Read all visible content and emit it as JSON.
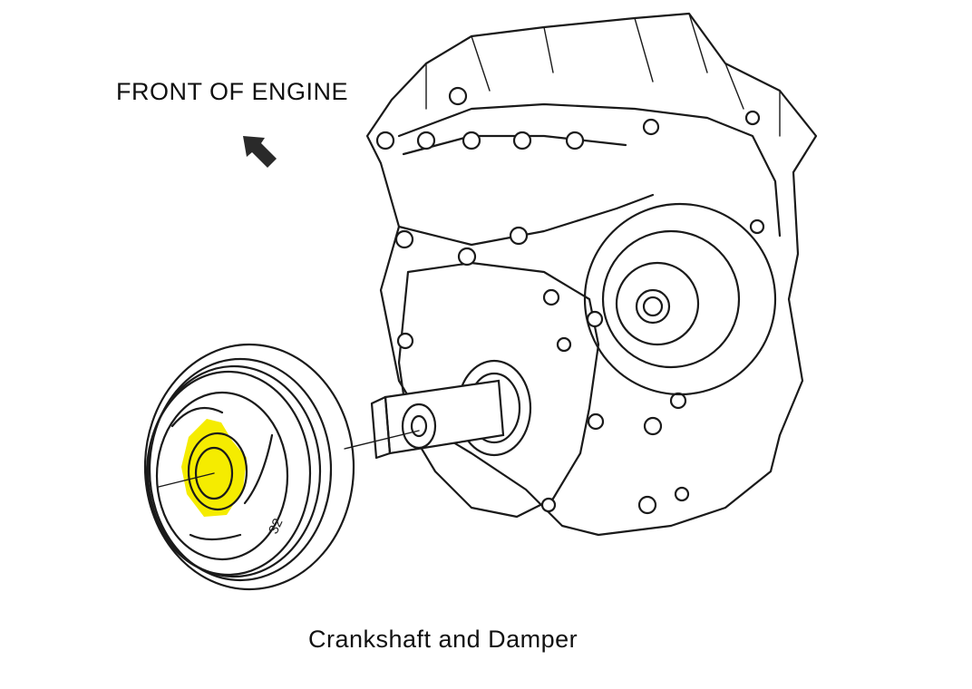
{
  "labels": {
    "front_of_engine": "FRONT OF ENGINE",
    "caption": "Crankshaft and Damper",
    "part_number": "32"
  },
  "icons": {
    "direction_arrow": "arrow-icon"
  },
  "colors": {
    "highlight": "#f5ec00",
    "line": "#1a1a1a",
    "background": "#ffffff"
  }
}
